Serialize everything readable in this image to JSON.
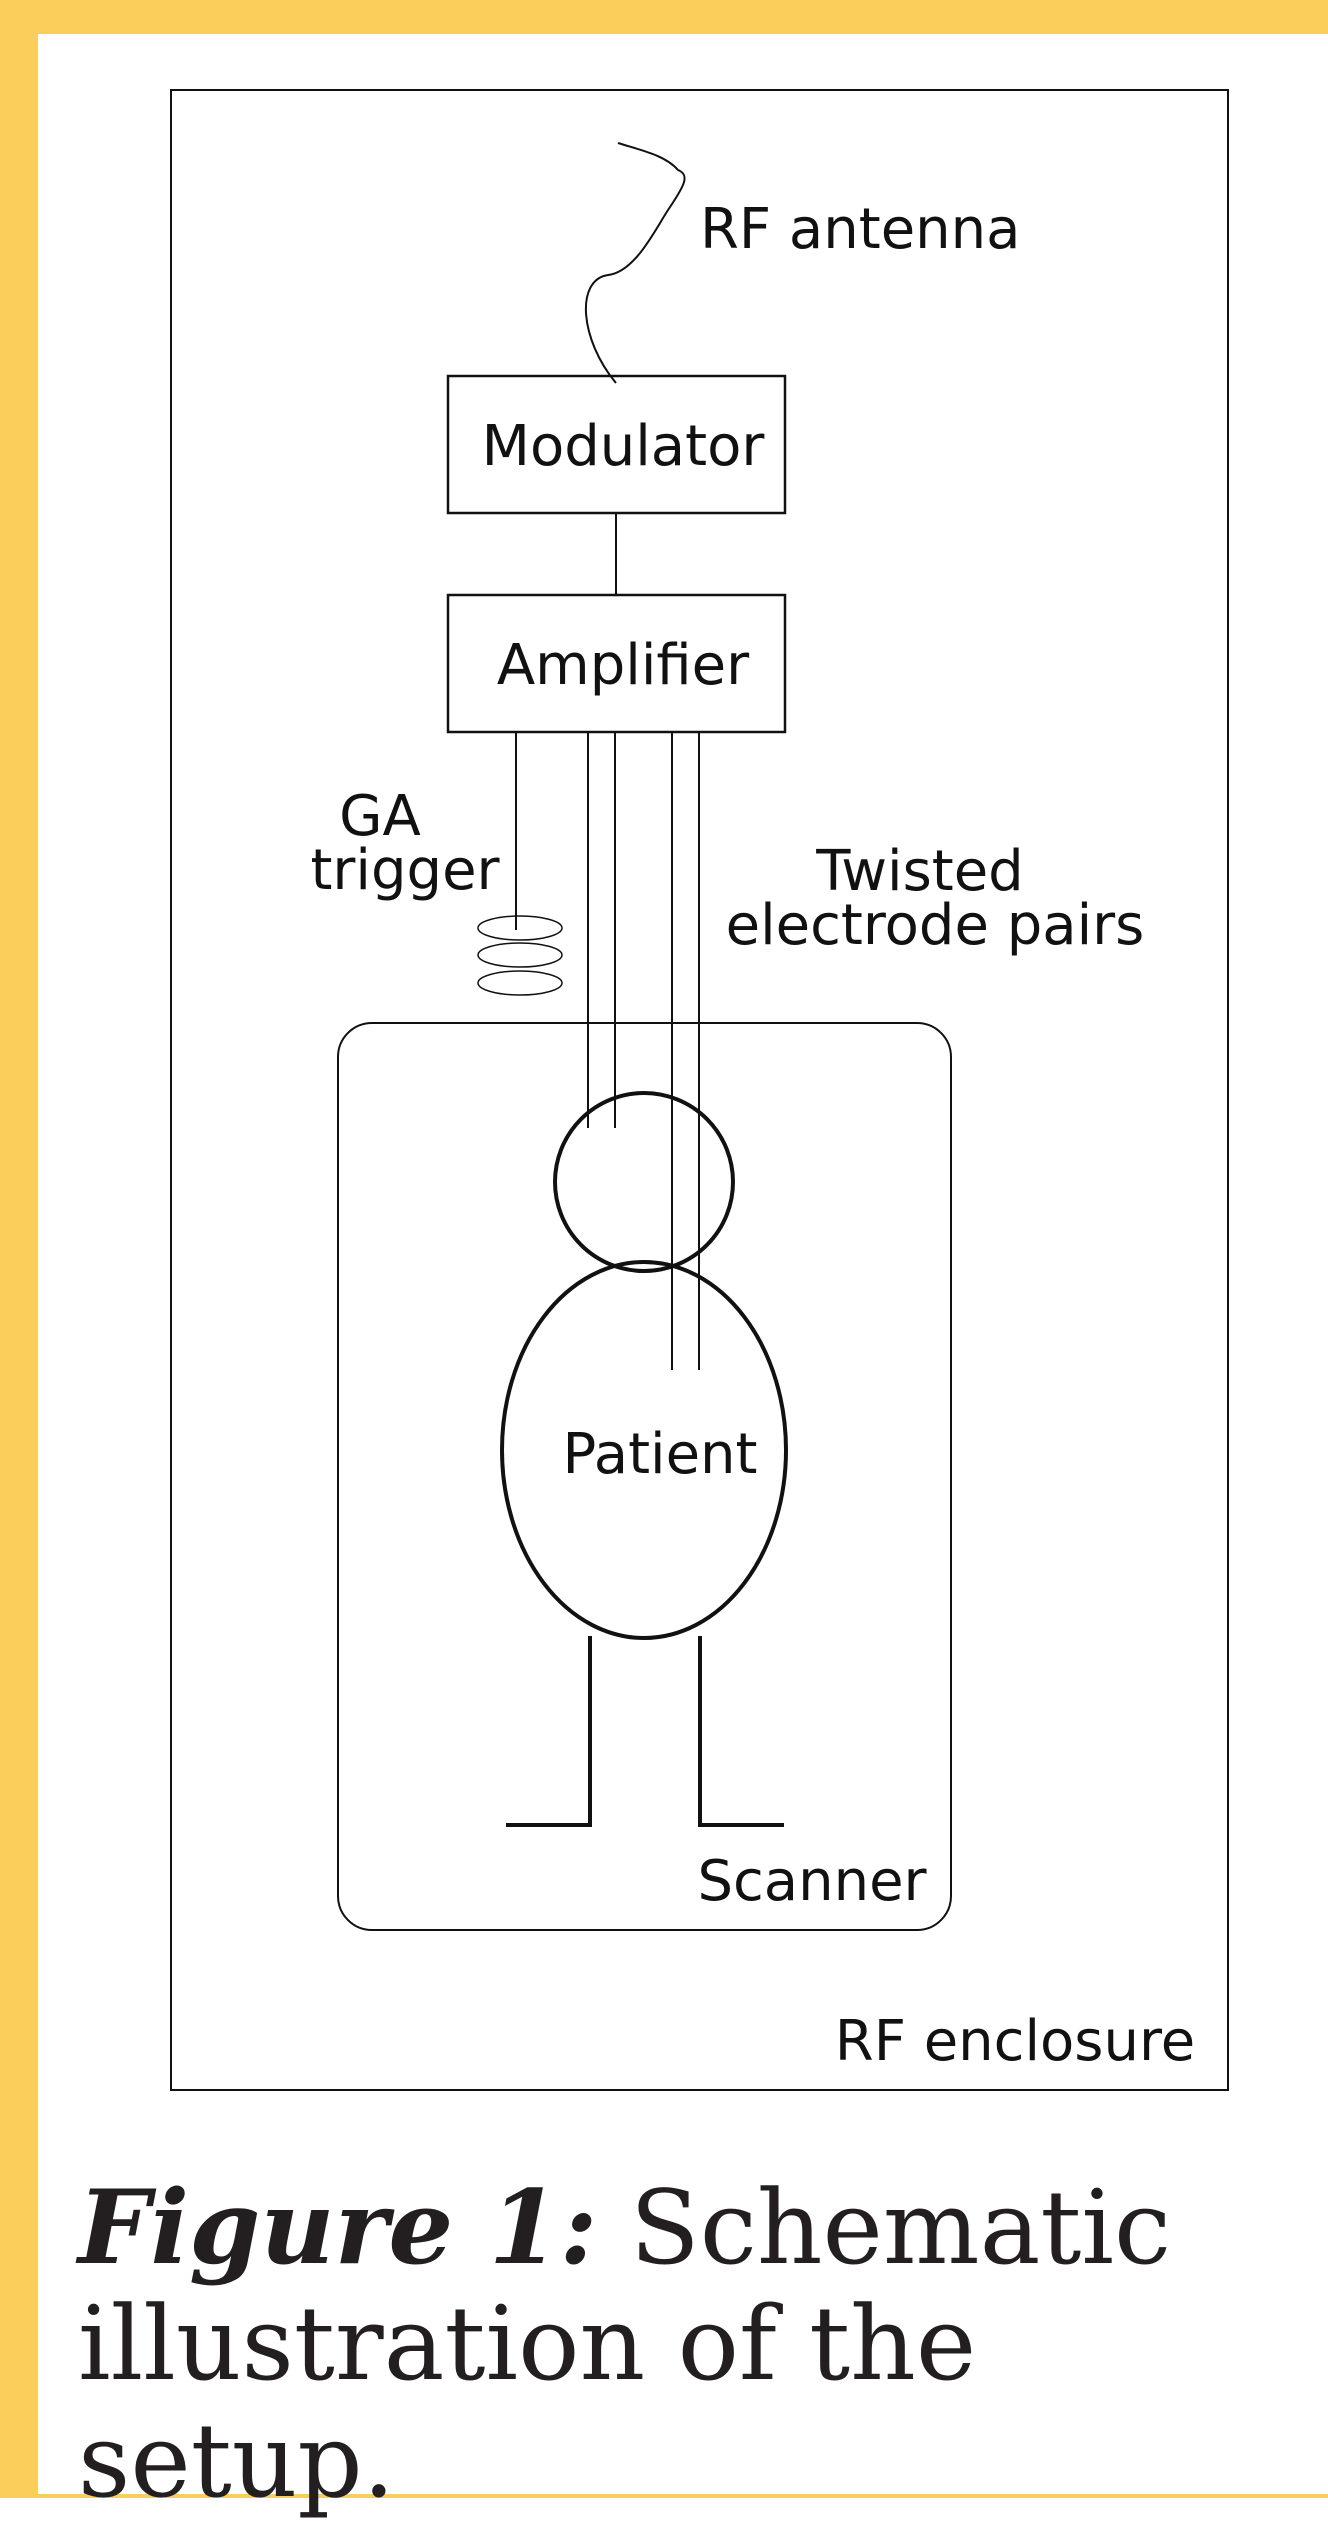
{
  "colors": {
    "border": "#FBCD5B",
    "ink": "#111111",
    "caption_text": "#231f20"
  },
  "labels": {
    "rf_antenna": "RF antenna",
    "modulator": "Modulator",
    "amplifier": "Amplifier",
    "ga_trigger_line1": "GA",
    "ga_trigger_line2": "trigger",
    "twisted_line1": "Twisted",
    "twisted_line2": "electrode pairs",
    "patient": "Patient",
    "scanner": "Scanner",
    "rf_enclosure": "RF enclosure"
  },
  "caption": {
    "label": "Figure 1:",
    "text": " Schematic illustration of the setup."
  }
}
